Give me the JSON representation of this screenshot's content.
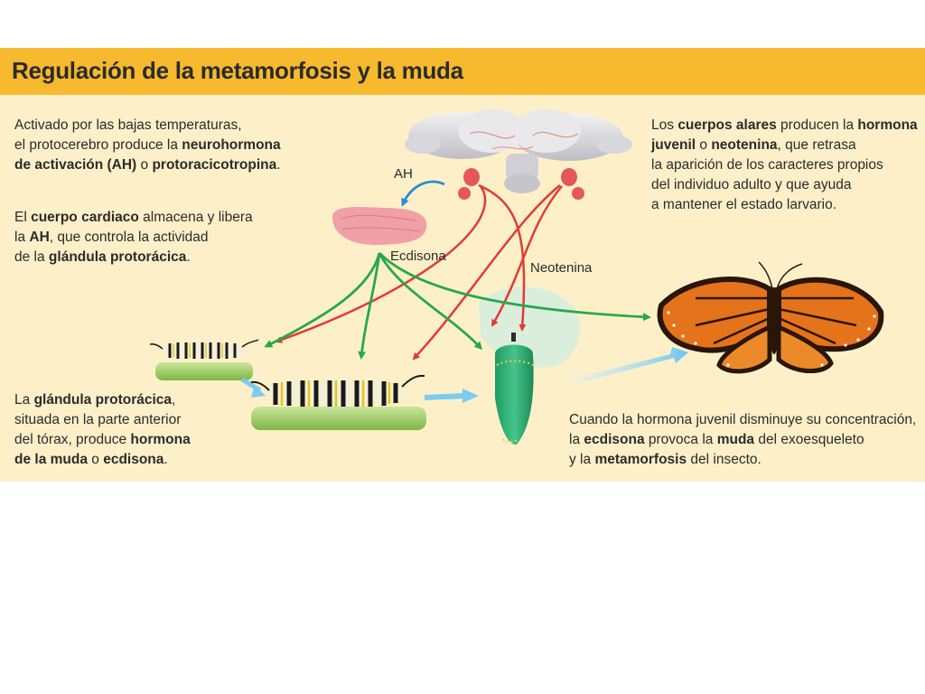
{
  "title": "Regulación de la metamorfosis y la muda",
  "blocks": {
    "top_left": [
      [
        {
          "t": "Activado por las bajas temperaturas,",
          "b": false
        }
      ],
      [
        {
          "t": "el protocerebro produce la ",
          "b": false
        },
        {
          "t": "neurohormona",
          "b": true
        }
      ],
      [
        {
          "t": "de activación (AH)",
          "b": true
        },
        {
          "t": " o ",
          "b": false
        },
        {
          "t": "protoracicotropina",
          "b": true
        },
        {
          "t": ".",
          "b": false
        }
      ]
    ],
    "mid_left": [
      [
        {
          "t": "El ",
          "b": false
        },
        {
          "t": "cuerpo cardiaco",
          "b": true
        },
        {
          "t": " almacena y libera",
          "b": false
        }
      ],
      [
        {
          "t": "la ",
          "b": false
        },
        {
          "t": "AH",
          "b": true
        },
        {
          "t": ", que controla la actividad",
          "b": false
        }
      ],
      [
        {
          "t": "de la ",
          "b": false
        },
        {
          "t": "glándula protorácica",
          "b": true
        },
        {
          "t": ".",
          "b": false
        }
      ]
    ],
    "bottom_left": [
      [
        {
          "t": "La ",
          "b": false
        },
        {
          "t": "glándula protorácica",
          "b": true
        },
        {
          "t": ",",
          "b": false
        }
      ],
      [
        {
          "t": "situada en la parte anterior",
          "b": false
        }
      ],
      [
        {
          "t": "del tórax, produce ",
          "b": false
        },
        {
          "t": "hormona",
          "b": true
        }
      ],
      [
        {
          "t": "de la muda",
          "b": true
        },
        {
          "t": " o ",
          "b": false
        },
        {
          "t": "ecdisona",
          "b": true
        },
        {
          "t": ".",
          "b": false
        }
      ]
    ],
    "top_right": [
      [
        {
          "t": "Los ",
          "b": false
        },
        {
          "t": "cuerpos alares",
          "b": true
        },
        {
          "t": " producen la ",
          "b": false
        },
        {
          "t": "hormona",
          "b": true
        }
      ],
      [
        {
          "t": "juvenil",
          "b": true
        },
        {
          "t": " o ",
          "b": false
        },
        {
          "t": "neotenina",
          "b": true
        },
        {
          "t": ", que retrasa",
          "b": false
        }
      ],
      [
        {
          "t": "la aparición de los caracteres propios",
          "b": false
        }
      ],
      [
        {
          "t": "del individuo adulto y que ayuda",
          "b": false
        }
      ],
      [
        {
          "t": "a mantener el estado larvario.",
          "b": false
        }
      ]
    ],
    "bottom_right": [
      [
        {
          "t": "Cuando la hormona juvenil disminuye su concentración,",
          "b": false
        }
      ],
      [
        {
          "t": "la ",
          "b": false
        },
        {
          "t": "ecdisona",
          "b": true
        },
        {
          "t": " provoca la ",
          "b": false
        },
        {
          "t": "muda",
          "b": true
        },
        {
          "t": " del exoesqueleto",
          "b": false
        }
      ],
      [
        {
          "t": "y la ",
          "b": false
        },
        {
          "t": "metamorfosis",
          "b": true
        },
        {
          "t": " del insecto.",
          "b": false
        }
      ]
    ]
  },
  "labels": {
    "ah": "AH",
    "ecdisona": "Ecdisona",
    "neotenina": "Neotenina"
  },
  "colors": {
    "title_bar": "#f7b92d",
    "panel": "#fdf0c9",
    "ah_arrow": "#2a8ad6",
    "neotenina_arrow": "#e23b32",
    "ecdisona_arrow": "#27a84a",
    "progression_arrow": "#7ccbf0"
  }
}
